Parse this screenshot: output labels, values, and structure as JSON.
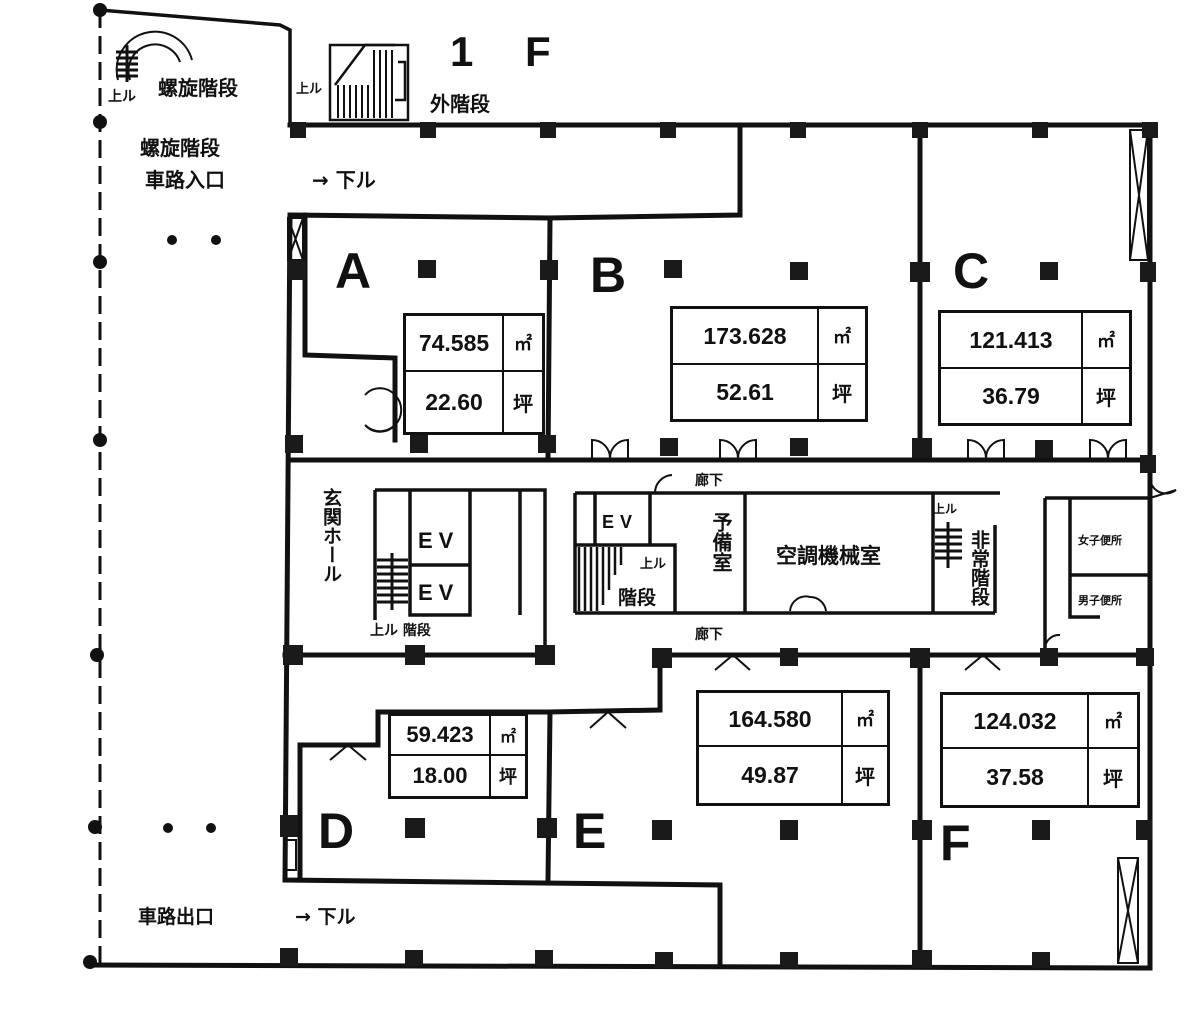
{
  "floor_label": "1 F",
  "labels": {
    "spiral_stair_top": "螺旋階段",
    "spiral_stair_up": "上ル",
    "outer_stair": "外階段",
    "outer_stair_up": "上ル",
    "spiral_stair_lower": "螺旋階段",
    "car_entrance": "車路入口",
    "car_entrance_arrow": "→ 下ル",
    "car_exit": "車路出口",
    "car_exit_arrow": "→ 下ル",
    "entrance_hall": "玄関ホール",
    "stair_left": "上ル 階段",
    "corridor_top": "廊下",
    "corridor_bottom": "廊下",
    "ev_a": "EV",
    "ev_b": "EV",
    "ev_c": "EV",
    "stair_mid": "階段",
    "stair_mid_up": "上ル",
    "preparation_room": "予備室",
    "hvac_room": "空調機械室",
    "emergency_stair": "非常階段",
    "emergency_stair_up": "上ル",
    "womens_toilet": "女子便所",
    "mens_toilet": "男子便所"
  },
  "units": [
    {
      "id": "A",
      "sqm": "74.585",
      "sqm_unit": "㎡",
      "tsubo": "22.60",
      "tsubo_unit": "坪"
    },
    {
      "id": "B",
      "sqm": "173.628",
      "sqm_unit": "㎡",
      "tsubo": "52.61",
      "tsubo_unit": "坪"
    },
    {
      "id": "C",
      "sqm": "121.413",
      "sqm_unit": "㎡",
      "tsubo": "36.79",
      "tsubo_unit": "坪"
    },
    {
      "id": "D",
      "sqm": "59.423",
      "sqm_unit": "㎡",
      "tsubo": "18.00",
      "tsubo_unit": "坪"
    },
    {
      "id": "E",
      "sqm": "164.580",
      "sqm_unit": "㎡",
      "tsubo": "49.87",
      "tsubo_unit": "坪"
    },
    {
      "id": "F",
      "sqm": "124.032",
      "sqm_unit": "㎡",
      "tsubo": "37.58",
      "tsubo_unit": "坪"
    }
  ]
}
